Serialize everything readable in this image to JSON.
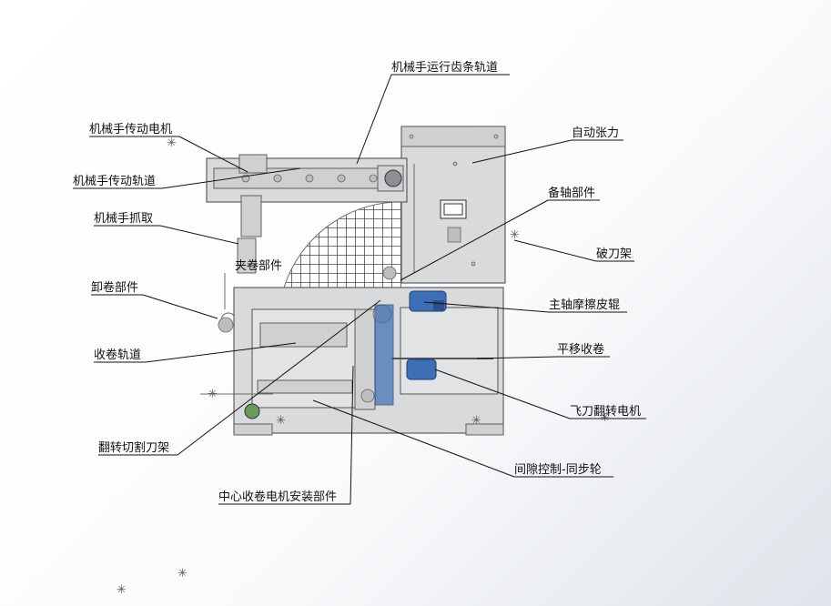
{
  "labels": {
    "robot_track": "机械手运行齿条轨道",
    "robot_motor": "机械手传动电机",
    "robot_rail": "机械手传动轨道",
    "robot_grab": "机械手抓取",
    "gripper_part": "夹卷部件",
    "unload_part": "卸卷部件",
    "wind_track": "收卷轨道",
    "flip_cutter": "翻转切割刀架",
    "center_motor": "中心收卷电机安装部件",
    "auto_tension": "自动张力",
    "spare_shaft": "备轴部件",
    "breaking_knife": "破刀架",
    "main_friction": "主轴摩擦皮辊",
    "shift_wind": "平移收卷",
    "fly_knife_motor": "飞刀翻转电机",
    "gap_control": "间隙控制-同步轮"
  }
}
